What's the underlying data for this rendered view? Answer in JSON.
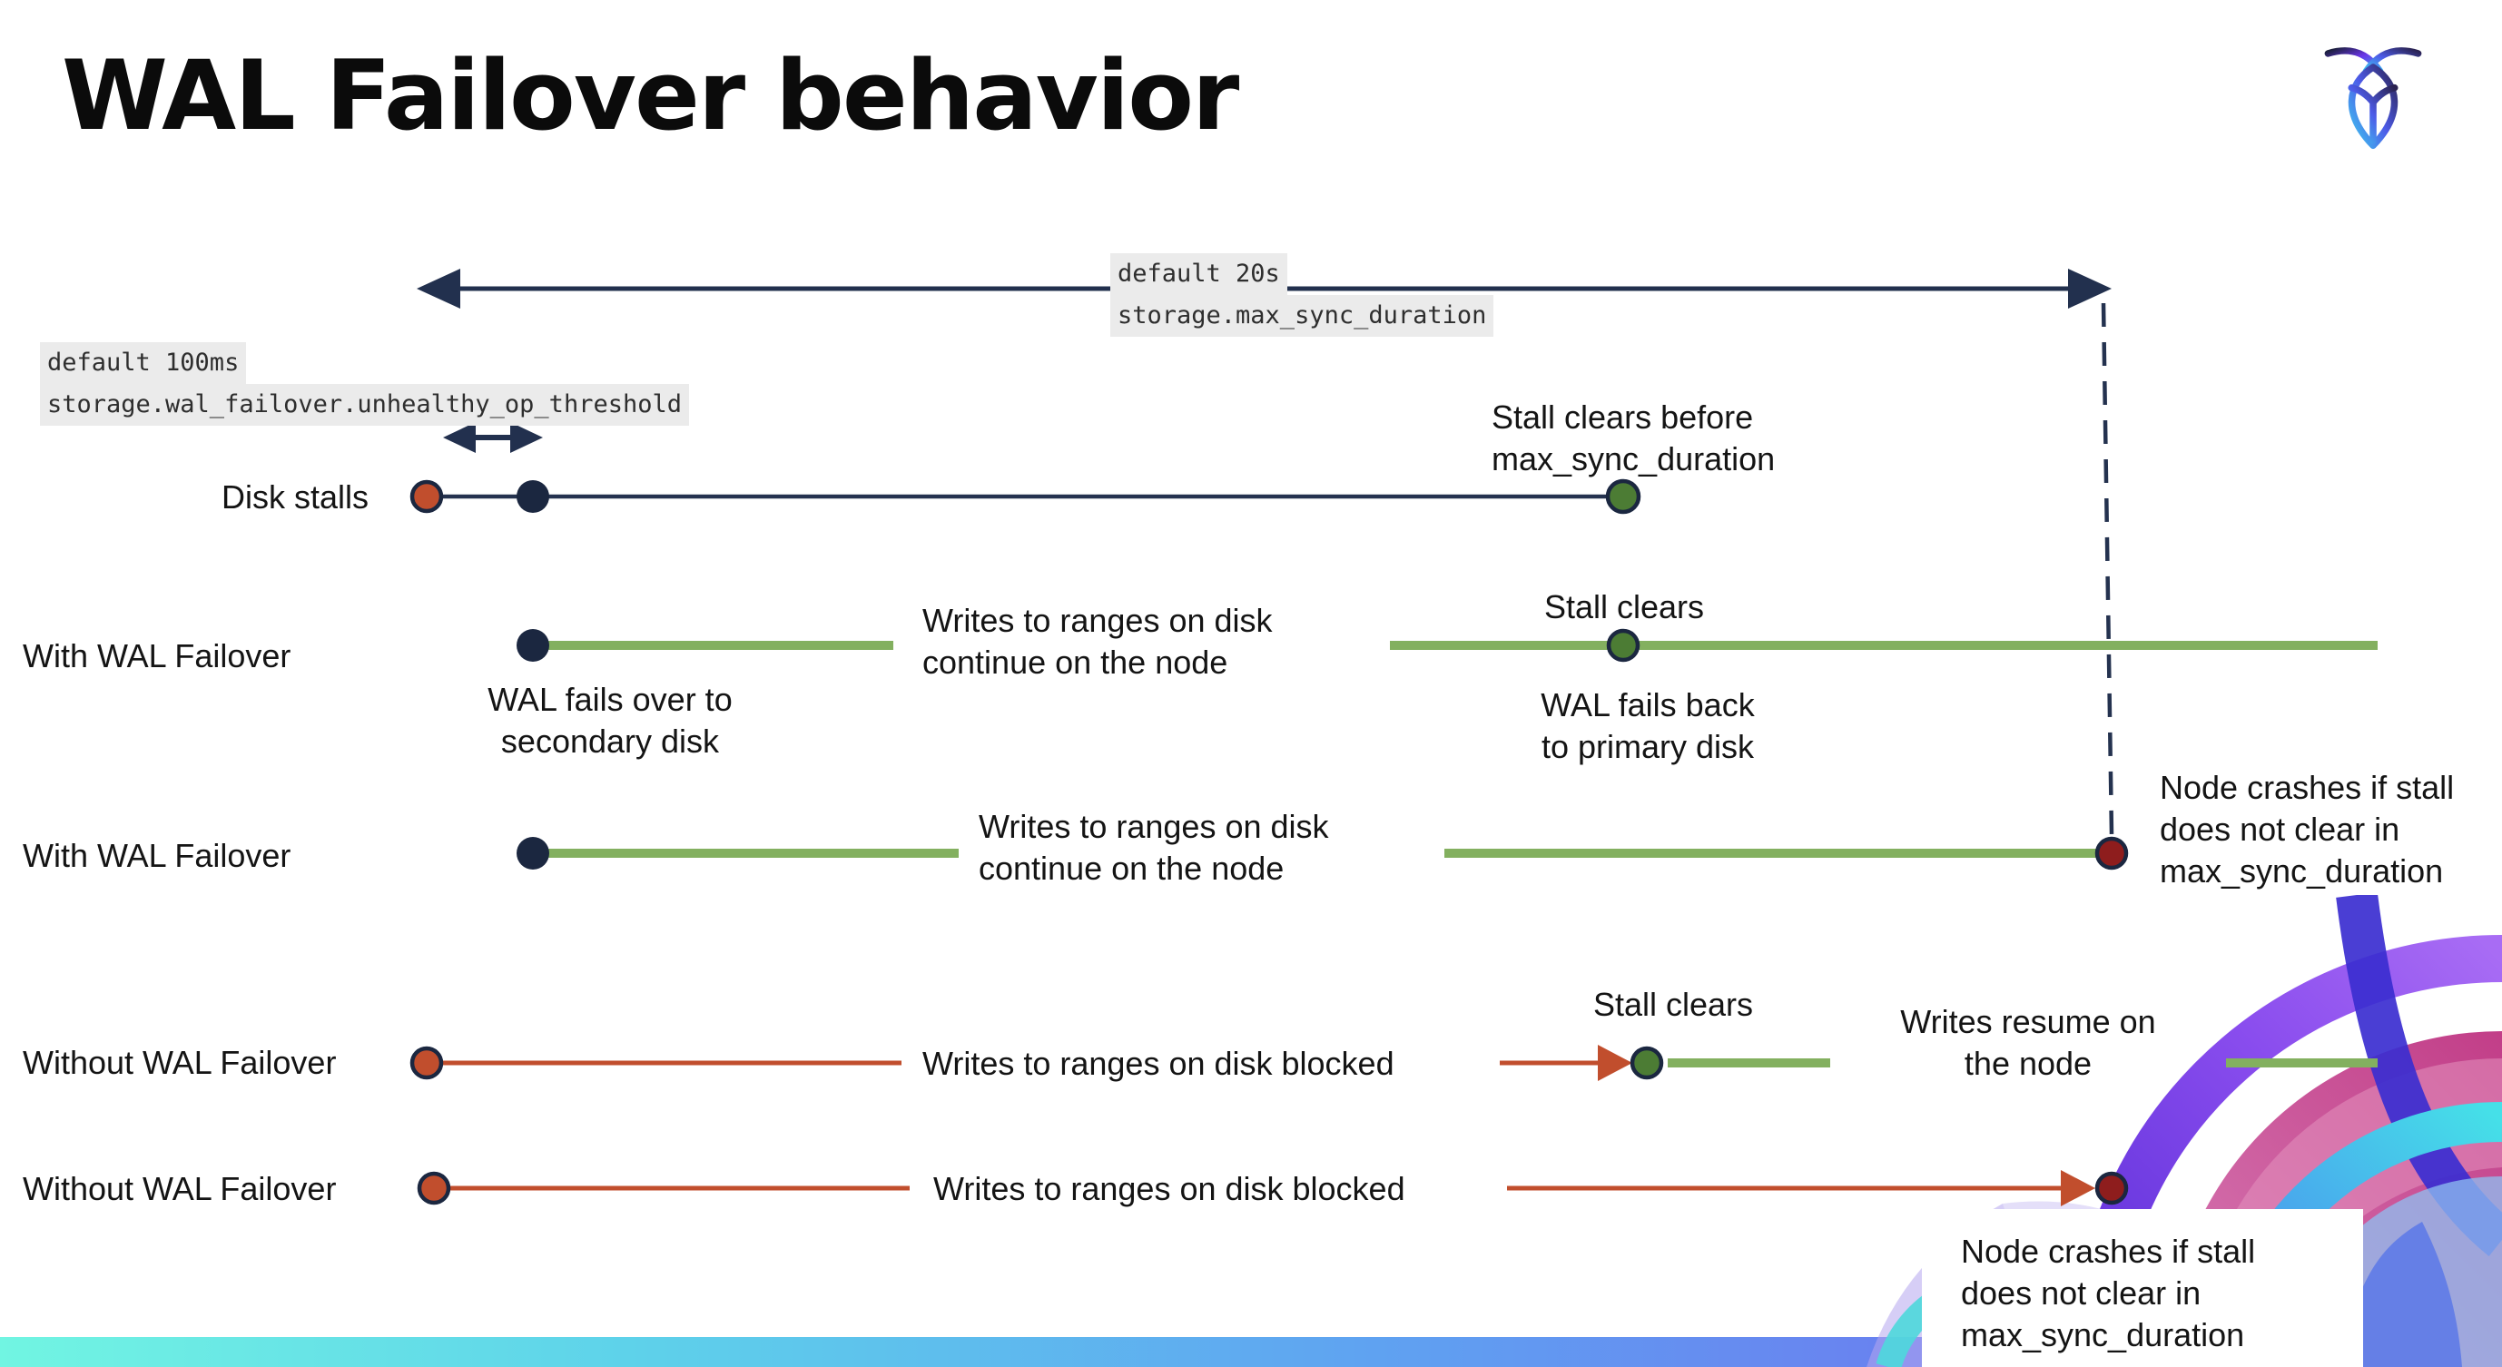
{
  "title": "WAL Failover behavior",
  "brand": {
    "logo": "cockroach-labs-logo"
  },
  "config_annotations": {
    "max_sync_duration": {
      "default_label": "default 20s",
      "setting_name": "storage.max_sync_duration"
    },
    "unhealthy_op_threshold": {
      "default_label": "default 100ms",
      "setting_name": "storage.wal_failover.unhealthy_op_threshold"
    }
  },
  "rows": [
    {
      "label": "Disk stalls"
    },
    {
      "label": "With WAL Failover"
    },
    {
      "label": "With WAL Failover"
    },
    {
      "label": "Without WAL Failover"
    },
    {
      "label": "Without WAL Failover"
    }
  ],
  "annotations": {
    "stall_clears_before": "Stall clears before\nmax_sync_duration",
    "wal_fails_over": "WAL fails over to\nsecondary disk",
    "writes_continue": "Writes to ranges on disk\ncontinue on the node",
    "stall_clears": "Stall clears",
    "wal_fails_back": "WAL fails  back\nto primary disk",
    "node_crashes": "Node crashes if stall\ndoes not clear in\nmax_sync_duration",
    "writes_blocked": "Writes to ranges on disk  blocked",
    "writes_resume": "Writes resume on\nthe node"
  },
  "colors": {
    "navy": "#22304E",
    "dot_navy": "#1B2740",
    "red": "#C14E2D",
    "dark_red": "#8E1D1D",
    "green_line": "#83B05F",
    "green_dot": "#4C7C34",
    "code_bg": "#EBEBEB",
    "bar_gradient_left": "#71F5E2",
    "bar_gradient_right": "#7C50EE"
  }
}
